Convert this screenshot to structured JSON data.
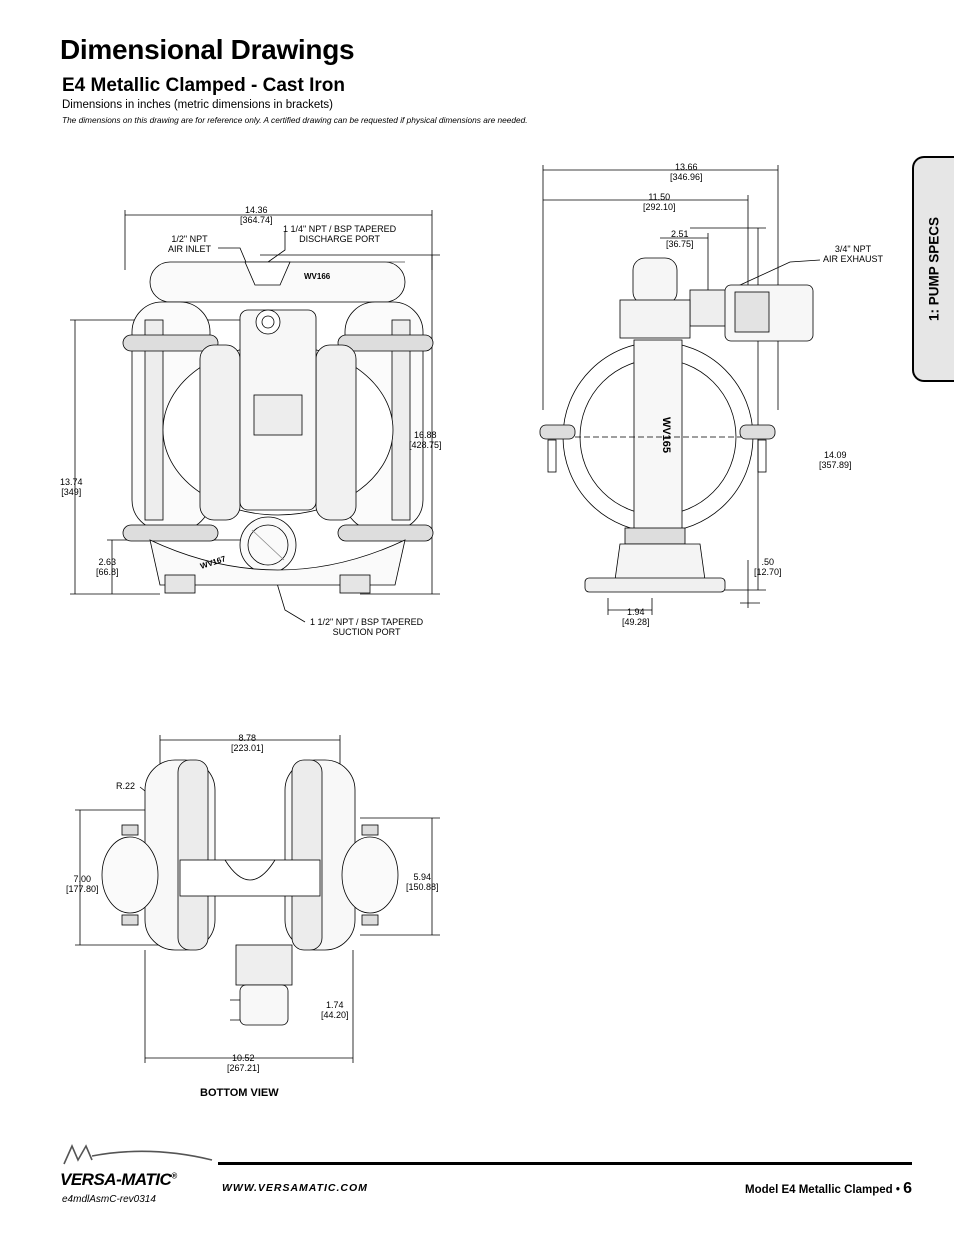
{
  "header": {
    "title": "Dimensional Drawings",
    "subtitle": "E4 Metallic Clamped - Cast Iron",
    "units_note": "Dimensions in inches (metric dimensions in brackets)",
    "disclaimer": "The dimensions on this drawing are for reference only.  A certified drawing can be requested if physical dimensions are needed."
  },
  "tab": {
    "label": "1: PUMP SPECS"
  },
  "front_view": {
    "width": {
      "in": "14.36",
      "mm": "[364.74]"
    },
    "air_inlet": {
      "line1": "1/2\" NPT",
      "line2": "AIR INLET"
    },
    "discharge": {
      "line1": "1 1/4\" NPT / BSP TAPERED",
      "line2": "DISCHARGE PORT"
    },
    "height_total": {
      "in": "16.88",
      "mm": "[428.75]"
    },
    "height_discharge": {
      "in": "13.74",
      "mm": "[349]"
    },
    "height_suction": {
      "in": "2.63",
      "mm": "[66.8]"
    },
    "suction": {
      "line1": "1 1/2\" NPT / BSP TAPERED",
      "line2": "SUCTION PORT"
    },
    "markings": {
      "top": "WV166",
      "bottom": "WV167"
    }
  },
  "side_view": {
    "overall_width": {
      "in": "13.66",
      "mm": "[346.96]"
    },
    "width": {
      "in": "11.50",
      "mm": "[292.10]"
    },
    "offset": {
      "in": "2.51",
      "mm": "[36.75]"
    },
    "air_exhaust": {
      "line1": "3/4\" NPT",
      "line2": "AIR EXHAUST"
    },
    "height": {
      "in": "14.09",
      "mm": "[357.89]"
    },
    "base_thickness": {
      "in": ".50",
      "mm": "[12.70]"
    },
    "base_offset": {
      "in": "1.94",
      "mm": "[49.28]"
    },
    "marking": "WV165"
  },
  "bottom_view": {
    "caption": "BOTTOM VIEW",
    "center_width": {
      "in": "8.78",
      "mm": "[223.01]"
    },
    "radius": "R.22",
    "depth": {
      "in": "7.00",
      "mm": "[177.80]"
    },
    "clamp_depth": {
      "in": "5.94",
      "mm": "[150.88]"
    },
    "muffler": {
      "in": "1.74",
      "mm": "[44.20]"
    },
    "overall_width": {
      "in": "10.52",
      "mm": "[267.21]"
    }
  },
  "footer": {
    "brand": "VERSA-MATIC",
    "registered": "®",
    "doc_id": "e4mdlAsmC-rev0314",
    "website": "WWW.VERSAMATIC.COM",
    "model_text": "Model E4 Metallic Clamped •",
    "page_number": "6"
  }
}
